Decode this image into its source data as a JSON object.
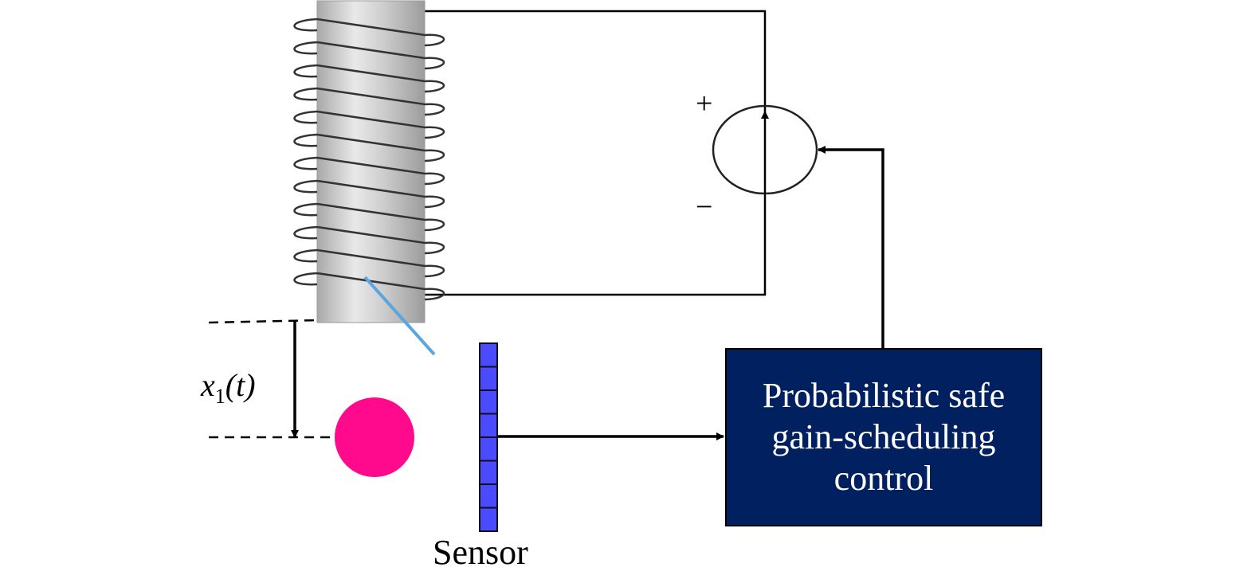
{
  "labels": {
    "displacement_var": "x",
    "displacement_sub": "1",
    "displacement_arg": "(t)",
    "sensor": "Sensor",
    "plus": "+",
    "minus": "−",
    "controller_line1": "Probabilistic safe",
    "controller_line2": "gain-scheduling",
    "controller_line3": "control"
  },
  "colors": {
    "controller_fill": "#002060",
    "sensor_fill": "#4a4aff",
    "ball": "#ff0a8c",
    "light_beam": "#5aa6e0"
  }
}
